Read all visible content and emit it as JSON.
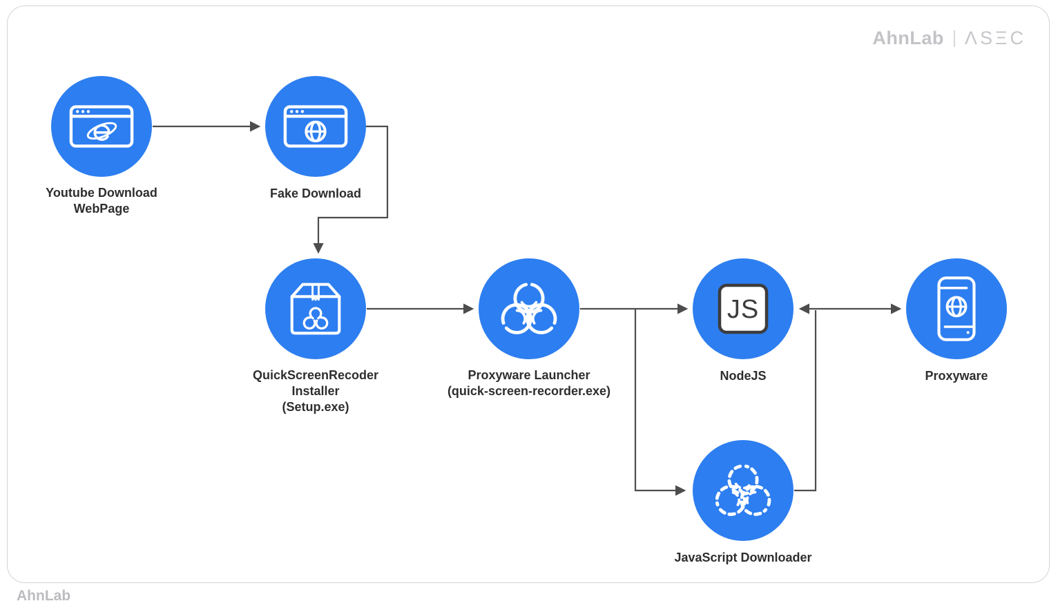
{
  "header": {
    "brand": "AhnLab",
    "sub_brand": "ΛSΞC"
  },
  "footer": {
    "brand": "AhnLab"
  },
  "colors": {
    "node_blue": "#2d7ef0",
    "line_gray": "#4d4d4d",
    "label_dark": "#2e2e2e",
    "brand_gray": "#c3c3c7"
  },
  "nodes": [
    {
      "id": "youtube-download-webpage",
      "icon": "internet-explorer-browser-icon",
      "lines": [
        "Youtube Download",
        "WebPage"
      ]
    },
    {
      "id": "fake-download",
      "icon": "globe-browser-icon",
      "lines": [
        "Fake Download"
      ]
    },
    {
      "id": "quickscreenrecoder-installer",
      "icon": "malware-package-box-icon",
      "lines": [
        "QuickScreenRecoder",
        "Installer",
        "(Setup.exe)"
      ]
    },
    {
      "id": "proxyware-launcher",
      "icon": "biohazard-icon",
      "lines": [
        "Proxyware Launcher",
        "(quick-screen-recorder.exe)"
      ]
    },
    {
      "id": "nodejs",
      "icon": "javascript-badge-icon",
      "badge": "JS",
      "lines": [
        "NodeJS"
      ]
    },
    {
      "id": "proxyware",
      "icon": "phone-globe-icon",
      "lines": [
        "Proxyware"
      ]
    },
    {
      "id": "javascript-downloader",
      "icon": "dashed-biohazard-icon",
      "lines": [
        "JavaScript Downloader"
      ]
    }
  ],
  "edges": [
    {
      "from": "youtube-download-webpage",
      "to": "fake-download",
      "type": "arrow"
    },
    {
      "from": "fake-download",
      "to": "quickscreenrecoder-installer",
      "type": "arrow"
    },
    {
      "from": "quickscreenrecoder-installer",
      "to": "proxyware-launcher",
      "type": "arrow"
    },
    {
      "from": "proxyware-launcher",
      "to": "nodejs",
      "type": "arrow"
    },
    {
      "from": "proxyware-launcher",
      "to": "javascript-downloader",
      "type": "arrow"
    },
    {
      "from": "javascript-downloader",
      "to": "nodejs",
      "type": "arrow"
    },
    {
      "from": "nodejs",
      "to": "proxyware",
      "type": "double-arrow"
    }
  ]
}
